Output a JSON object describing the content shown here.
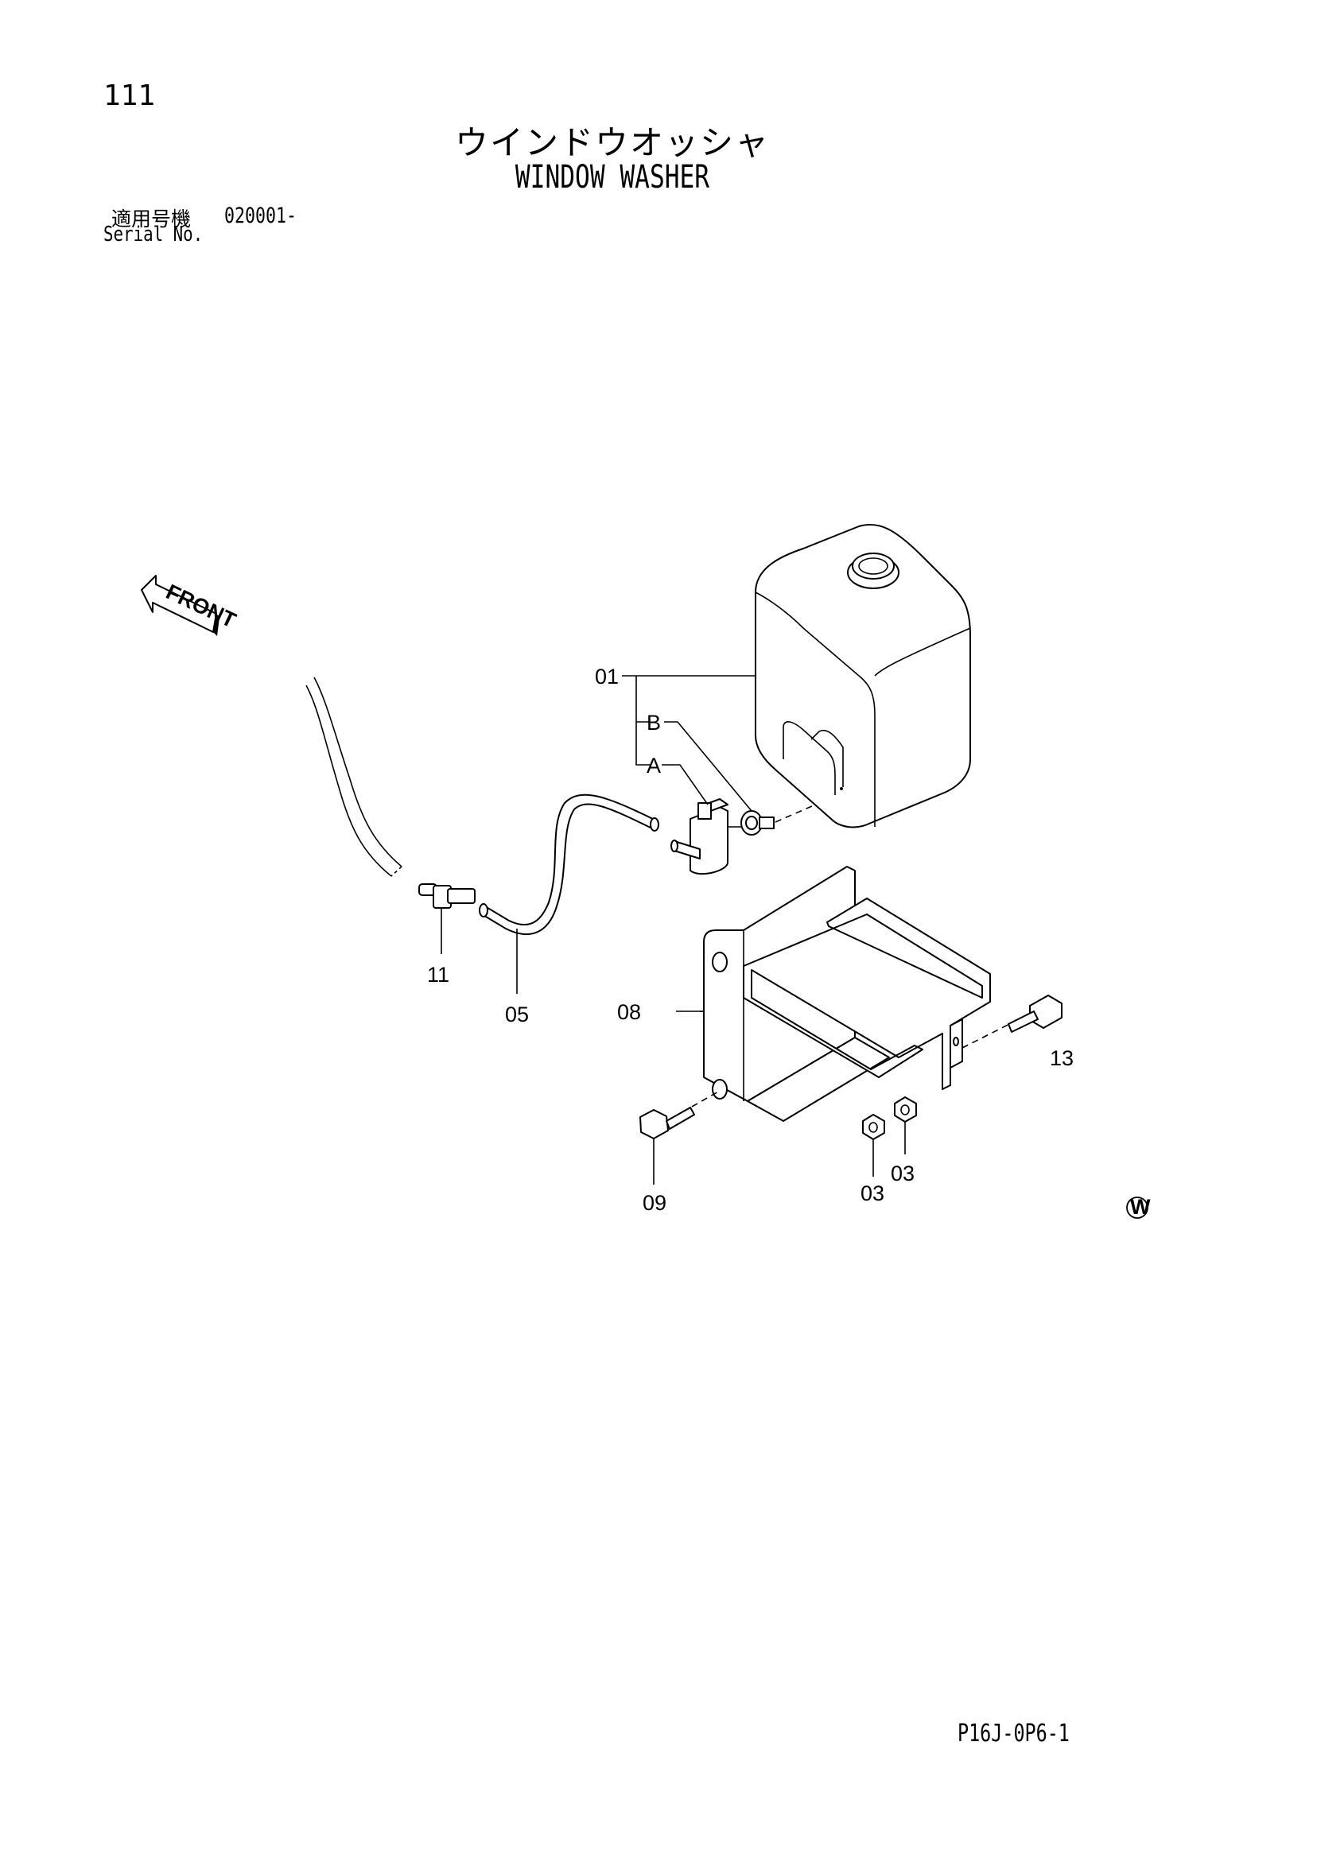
{
  "header": {
    "page_number": "111",
    "title_jp": "ウインドウオッシャ",
    "title_en": "WINDOW WASHER",
    "serial_label_jp": "適用号機",
    "serial_value": "020001-",
    "serial_label_en": "Serial No."
  },
  "diagram": {
    "front_arrow_label": "FRONT",
    "callouts": {
      "c01": "01",
      "cB": "B",
      "cA": "A",
      "c11": "11",
      "c05": "05",
      "c08": "08",
      "c13": "13",
      "c09": "09",
      "c03a": "03",
      "c03b": "03"
    },
    "w_mark": "W"
  },
  "footer": {
    "doc_code": "P16J-0P6-1"
  }
}
